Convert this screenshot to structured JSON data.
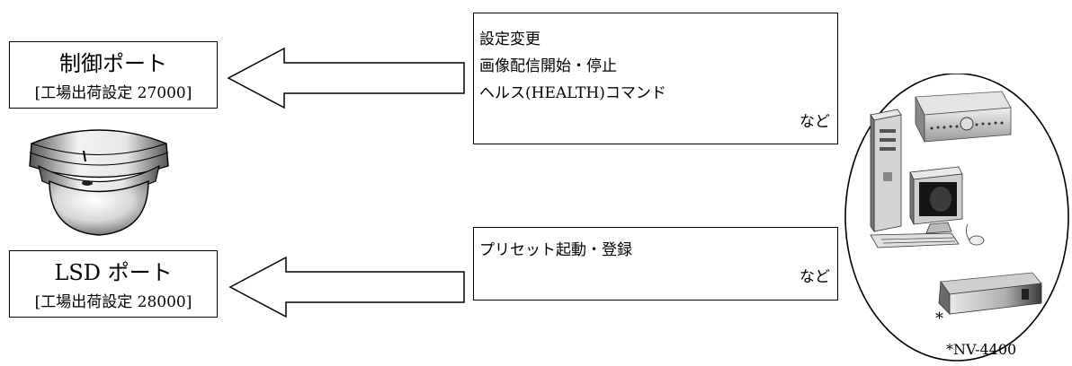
{
  "control_port": {
    "title": "制御ポート",
    "default": "[工場出荷設定 27000]"
  },
  "lsd_port": {
    "title": "LSD ポート",
    "default": "[工場出荷設定 28000]"
  },
  "control_commands": {
    "items": [
      "設定変更",
      "画像配信開始・停止",
      "ヘルス(HEALTH)コマンド"
    ],
    "etc": "など"
  },
  "lsd_commands": {
    "items": [
      "プリセット起動・登録"
    ],
    "etc": "など"
  },
  "recorder_marker": "*",
  "footnote": "*NV-4400",
  "icons": [
    "dome-camera-icon",
    "arrow-left-icon",
    "desktop-pc-icon",
    "recorder-icon",
    "nv4400-device-icon"
  ]
}
